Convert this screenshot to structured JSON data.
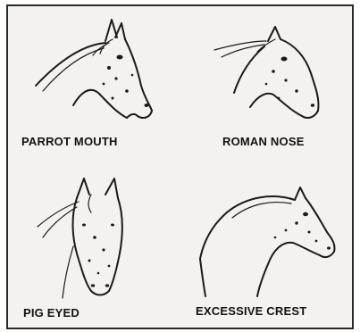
{
  "figure": {
    "panels": [
      {
        "id": "parrot-mouth",
        "label": "PARROT MOUTH"
      },
      {
        "id": "roman-nose",
        "label": "ROMAN NOSE"
      },
      {
        "id": "pig-eyed",
        "label": "PIG EYED"
      },
      {
        "id": "excessive-crest",
        "label": "EXCESSIVE CREST"
      }
    ]
  }
}
